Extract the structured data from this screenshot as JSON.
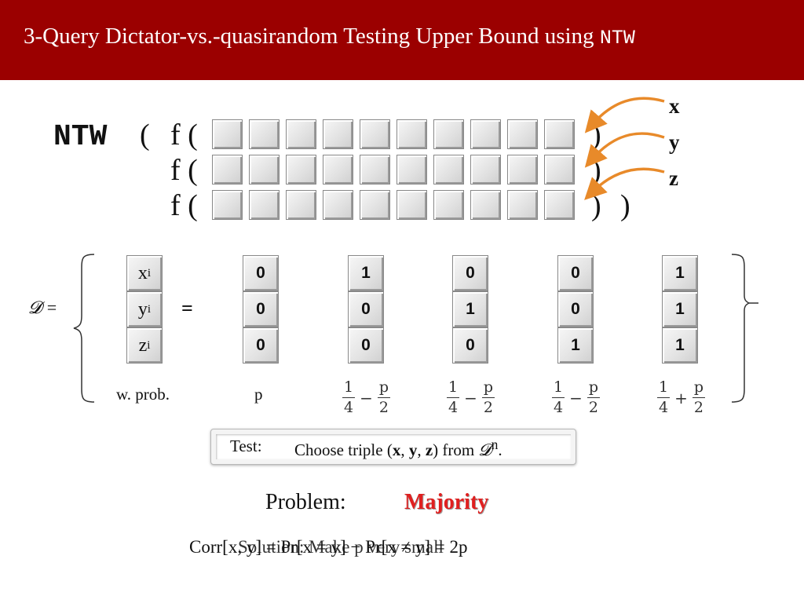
{
  "header": {
    "title_main": "3-Query Dictator-vs.-quasirandom Testing Upper Bound using ",
    "title_mono": "NTW",
    "bg_color": "#9b0000"
  },
  "formula": {
    "ntw": "NTW",
    "open_paren": "(",
    "f_open": "f (",
    "close_paren": ")",
    "labels": [
      "x",
      "y",
      "z"
    ],
    "arrow_color": "#e88a2a"
  },
  "distribution": {
    "lhs": "𝓓 =",
    "equals": "=",
    "var_rows": [
      {
        "letter": "x",
        "sub": "i"
      },
      {
        "letter": "y",
        "sub": "i"
      },
      {
        "letter": "z",
        "sub": "i"
      }
    ],
    "columns": [
      [
        "0",
        "0",
        "0"
      ],
      [
        "1",
        "0",
        "0"
      ],
      [
        "0",
        "1",
        "0"
      ],
      [
        "0",
        "0",
        "1"
      ],
      [
        "1",
        "1",
        "1"
      ]
    ],
    "w_prob": "w. prob.",
    "p": "p",
    "fractions": [
      {
        "num1": "1",
        "den1": "4",
        "op": "−",
        "num2": "p",
        "den2": "2"
      },
      {
        "num1": "1",
        "den1": "4",
        "op": "−",
        "num2": "p",
        "den2": "2"
      },
      {
        "num1": "1",
        "den1": "4",
        "op": "−",
        "num2": "p",
        "den2": "2"
      },
      {
        "num1": "1",
        "den1": "4",
        "op": "+",
        "num2": "p",
        "den2": "2"
      }
    ]
  },
  "test": {
    "label": "Test:",
    "text_prefix": "Choose triple (",
    "x": "x",
    "comma1": ", ",
    "y": "y",
    "comma2": ", ",
    "z": "z",
    "text_mid": ") from ",
    "d": "𝓓",
    "n": "n",
    "period": "."
  },
  "problem": {
    "label": "Problem:",
    "value": "Majority",
    "value_color": "#e02020"
  },
  "bottom": {
    "line_a": "Corr[x, y] = Pr[x = y] − Pr[x ≠ y] = 2p",
    "line_b": "Solution: Make p very small"
  }
}
